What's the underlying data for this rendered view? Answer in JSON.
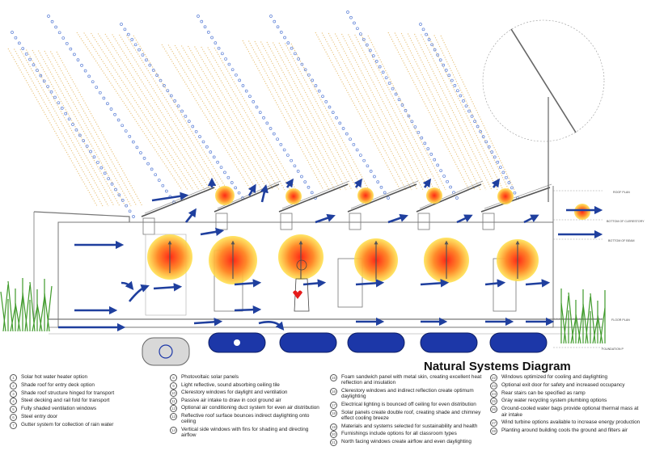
{
  "title": "Natural Systems Diagram",
  "elevation_labels": [
    "ROOF PLAN",
    "BOTTOM OF CLERESTORY",
    "BOTTOM OF BEAM",
    "FLOOR PLAN",
    "FOUNDATION P"
  ],
  "legend": {
    "col1": [
      {
        "num": "1",
        "text": "Solar hot water heater option"
      },
      {
        "num": "2",
        "text": "Shade roof for entry deck option"
      },
      {
        "num": "3",
        "text": "Shade roof structure hinged for transport"
      },
      {
        "num": "4",
        "text": "Steel decking and rail fold for transport"
      },
      {
        "num": "5",
        "text": "Fully shaded ventilation windows"
      },
      {
        "num": "6",
        "text": "Steel entry door"
      },
      {
        "num": "7",
        "text": "Gutter system for collection of rain water"
      }
    ],
    "col2": [
      {
        "num": "8",
        "text": "Photovoltaic solar panels"
      },
      {
        "num": "9",
        "text": "Light reflective, sound absorbing ceiling tile"
      },
      {
        "num": "10",
        "text": "Clerestory windows for daylight and ventilation"
      },
      {
        "num": "11",
        "text": "Passive air intake to draw in cool ground air"
      },
      {
        "num": "12",
        "text": "Optional air conditioning duct system for even air distribution"
      },
      {
        "num": "13",
        "text": "Reflective roof surface bounces indirect daylighting onto ceiling"
      },
      {
        "num": "14",
        "text": "Vertical side windows with fins for shading and directing airflow"
      }
    ],
    "col3": [
      {
        "num": "15",
        "text": "Foam sandwich panel with metal skin, creating excellent heat reflection and insulation"
      },
      {
        "num": "16",
        "text": "Clerestory windows and indirect reflection create optimum daylighting"
      },
      {
        "num": "17",
        "text": "Electrical lighting is bounced off ceiling for even distribution"
      },
      {
        "num": "18",
        "text": "Solar panels create double roof, creating shade and chimney effect cooling breeze"
      },
      {
        "num": "19",
        "text": "Materials and systems selected for sustainability and health"
      },
      {
        "num": "20",
        "text": "Furnishings include options for all classroom types"
      },
      {
        "num": "21",
        "text": "North facing windows create airflow and even daylighting"
      }
    ],
    "col4": [
      {
        "num": "22",
        "text": "Windows optimized for cooling and daylighting"
      },
      {
        "num": "23",
        "text": "Optional exit door for safety and increased occupancy"
      },
      {
        "num": "24",
        "text": "Rear stairs can be specified as ramp"
      },
      {
        "num": "25",
        "text": "Gray water recycling system plumbing options"
      },
      {
        "num": "26",
        "text": "Ground-cooled water bags provide optional thermal mass at air intake"
      },
      {
        "num": "27",
        "text": "Wind turbine options available to increase energy production"
      },
      {
        "num": "28",
        "text": "Planting around building cools the ground and filters air"
      }
    ]
  },
  "colors": {
    "arrow": "#1f3f9e",
    "heat_core": "#ff3b1e",
    "heat_edge": "#ffd21a",
    "sun_rays": "#e8c27a",
    "air_circles": "#5b7fd6",
    "water_bag": "#1c37a8",
    "grass": "#3f9a2a",
    "line": "#777777"
  }
}
